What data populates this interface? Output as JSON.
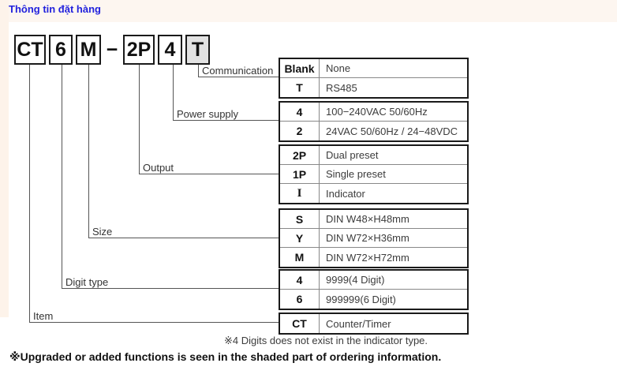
{
  "page": {
    "title": "Thông tin đặt hàng",
    "title_color": "#2222dd",
    "shaded_color": "#e2e2e2"
  },
  "model_code": {
    "boxes": [
      {
        "text": "CT",
        "shaded": false
      },
      {
        "text": "6",
        "shaded": false
      },
      {
        "text": "M",
        "shaded": false
      },
      {
        "text": "2P",
        "shaded": false
      },
      {
        "text": "4",
        "shaded": false
      },
      {
        "text": "T",
        "shaded": true
      }
    ],
    "separator": "−"
  },
  "groups": [
    {
      "label": "Communication",
      "rows": [
        {
          "code": "Blank",
          "desc": "None"
        },
        {
          "code": "T",
          "desc": "RS485"
        }
      ]
    },
    {
      "label": "Power supply",
      "rows": [
        {
          "code": "4",
          "desc": "100−240VAC 50/60Hz"
        },
        {
          "code": "2",
          "desc": "24VAC 50/60Hz / 24−48VDC"
        }
      ]
    },
    {
      "label": "Output",
      "rows": [
        {
          "code": "2P",
          "desc": "Dual preset"
        },
        {
          "code": "1P",
          "desc": "Single preset"
        },
        {
          "code": "I",
          "desc": "Indicator"
        }
      ]
    },
    {
      "label": "Size",
      "rows": [
        {
          "code": "S",
          "desc": "DIN W48×H48mm"
        },
        {
          "code": "Y",
          "desc": "DIN W72×H36mm"
        },
        {
          "code": "M",
          "desc": "DIN W72×H72mm"
        }
      ]
    },
    {
      "label": "Digit type",
      "rows": [
        {
          "code": "4",
          "desc": "9999(4 Digit)"
        },
        {
          "code": "6",
          "desc": "999999(6 Digit)"
        }
      ]
    },
    {
      "label": "Item",
      "rows": [
        {
          "code": "CT",
          "desc": "Counter/Timer"
        }
      ]
    }
  ],
  "footnotes": {
    "note1": "※4 Digits does not exist in the indicator type.",
    "note2": "※Upgraded or added functions is seen in the shaded part of ordering information."
  }
}
